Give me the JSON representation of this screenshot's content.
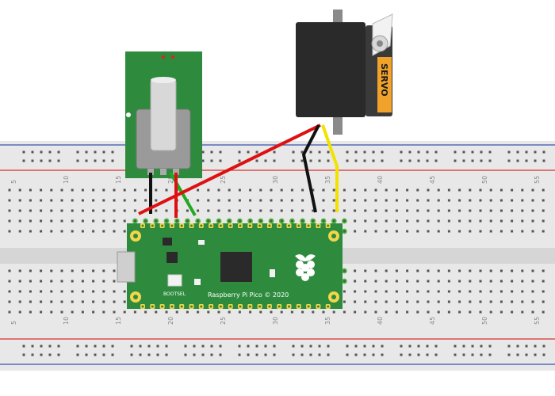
{
  "breadboard": {
    "column_numbers": [
      "5",
      "10",
      "15",
      "20",
      "25",
      "30",
      "35",
      "40",
      "45",
      "50",
      "55"
    ],
    "colors": {
      "body": "#e8e8e8",
      "rail_red": "#d83030",
      "rail_blue": "#3a52b0",
      "hole": "#555555",
      "active_hole": "#4bbf3a"
    }
  },
  "servo": {
    "label": "SERVO",
    "colors": {
      "body": "#2a2a2a",
      "horn": "#f2f2f2",
      "label_strip": "#f0a22a"
    }
  },
  "potentiometer": {
    "colors": {
      "board": "#2e8b3e",
      "body": "#9a9a9a",
      "knob": "#d8d8d8"
    }
  },
  "pico": {
    "silkscreen_text": "Raspberry Pi Pico © 2020",
    "bootsel_label": "BOOTSEL",
    "colors": {
      "board": "#2e8b3e",
      "pad": "#f5d54a",
      "chip": "#2a2a2a",
      "logo": "#ffffff"
    }
  },
  "wires": [
    {
      "name": "pot-ground-wire",
      "color": "#111111"
    },
    {
      "name": "pot-signal-wire",
      "color": "#22aa22"
    },
    {
      "name": "pot-power-wire",
      "color": "#dd1111"
    },
    {
      "name": "servo-power-wire",
      "color": "#dd1111"
    },
    {
      "name": "servo-ground-wire",
      "color": "#111111"
    },
    {
      "name": "servo-signal-wire",
      "color": "#f2e200"
    }
  ]
}
